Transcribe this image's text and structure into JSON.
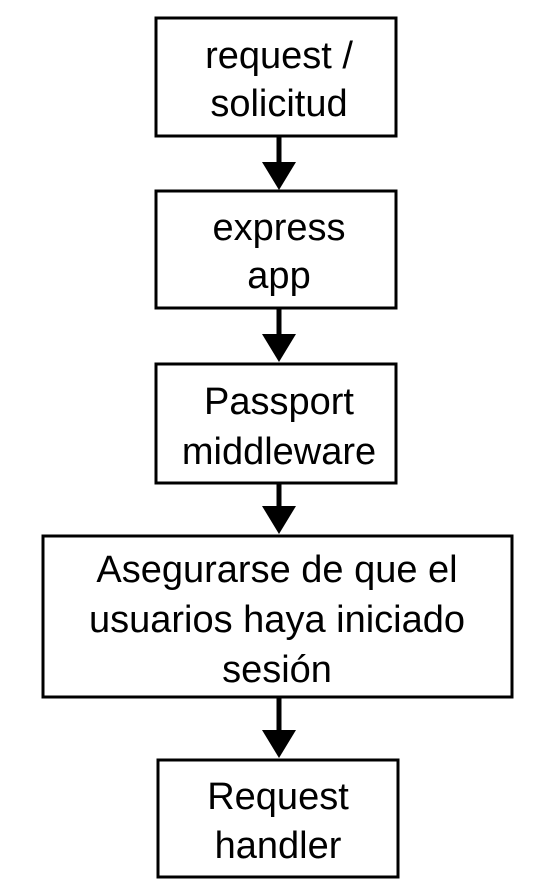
{
  "diagram": {
    "nodes": [
      {
        "id": "request",
        "lines": [
          "request /",
          "solicitud"
        ]
      },
      {
        "id": "express-app",
        "lines": [
          "express",
          "app"
        ]
      },
      {
        "id": "passport",
        "lines": [
          "Passport",
          "middleware"
        ]
      },
      {
        "id": "ensure-login",
        "lines": [
          "Asegurarse de que el",
          "usuarios haya iniciado",
          "sesión"
        ]
      },
      {
        "id": "request-handler",
        "lines": [
          "Request",
          "handler"
        ]
      }
    ],
    "edges": [
      {
        "from": "request",
        "to": "express-app"
      },
      {
        "from": "express-app",
        "to": "passport"
      },
      {
        "from": "passport",
        "to": "ensure-login"
      },
      {
        "from": "ensure-login",
        "to": "request-handler"
      }
    ]
  }
}
